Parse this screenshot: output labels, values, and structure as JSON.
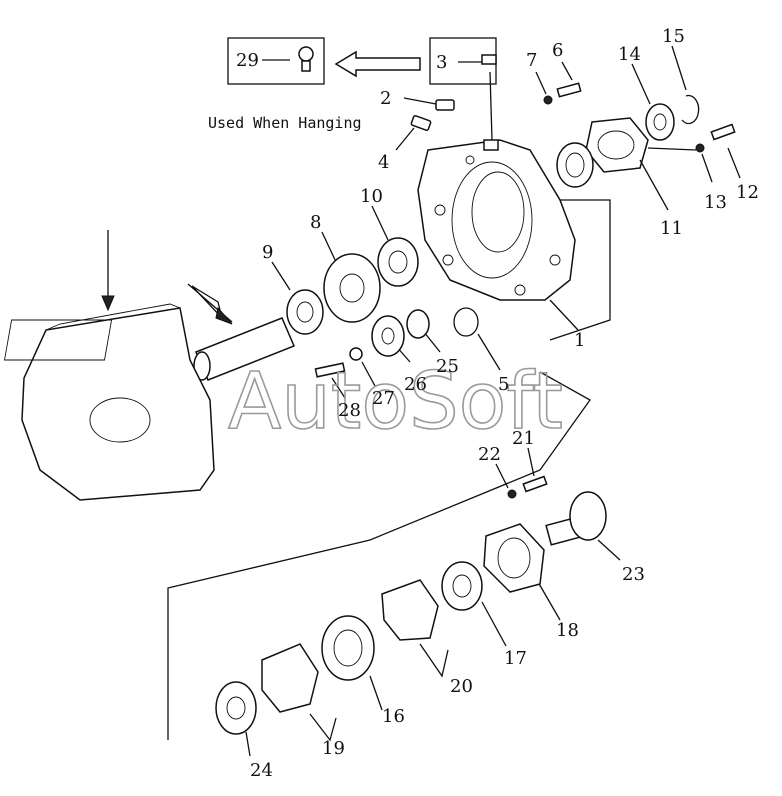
{
  "note": "Used When Hanging",
  "watermark": "AutoSoft",
  "labels": {
    "p1": "1",
    "p2": "2",
    "p3": "3",
    "p4": "4",
    "p5": "5",
    "p6": "6",
    "p7": "7",
    "p8": "8",
    "p9": "9",
    "p10": "10",
    "p11": "11",
    "p12": "12",
    "p13": "13",
    "p14": "14",
    "p15": "15",
    "p16": "16",
    "p17": "17",
    "p18": "18",
    "p19": "19",
    "p20": "20",
    "p21": "21",
    "p22": "22",
    "p23": "23",
    "p24": "24",
    "p25": "25",
    "p26": "26",
    "p27": "27",
    "p28": "28",
    "p29": "29"
  }
}
